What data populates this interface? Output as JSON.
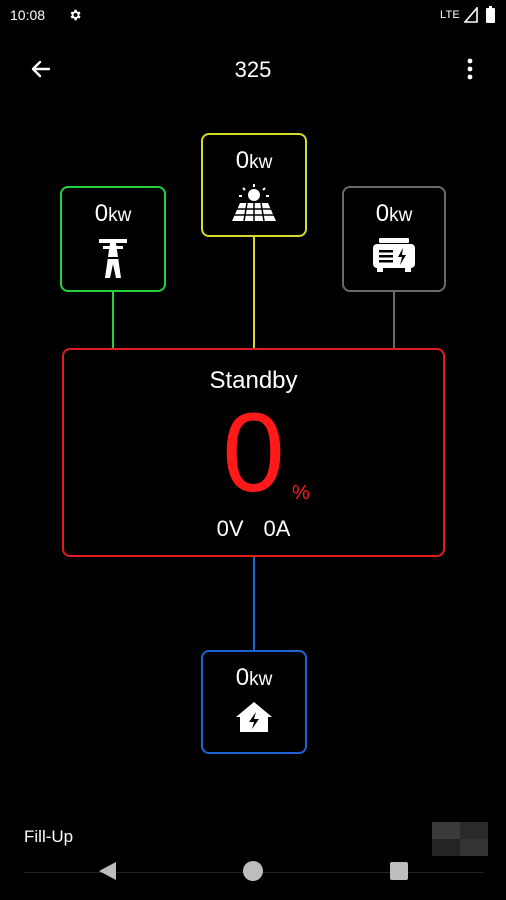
{
  "status_bar": {
    "time": "10:08",
    "network": "LTE",
    "icons": [
      "settings-gear-icon",
      "signal-icon",
      "battery-icon"
    ]
  },
  "app_bar": {
    "title": "325",
    "back_icon": "arrow-back-icon",
    "more_icon": "more-vertical-icon"
  },
  "nodes": {
    "grid": {
      "value": "0",
      "unit": "kw",
      "icon": "power-tower-icon",
      "color": "#23d13d"
    },
    "solar": {
      "value": "0",
      "unit": "kw",
      "icon": "solar-panel-icon",
      "color": "#d6d82a"
    },
    "generator": {
      "value": "0",
      "unit": "kw",
      "icon": "generator-icon",
      "color": "#6a6a6a"
    },
    "home": {
      "value": "0",
      "unit": "kw",
      "icon": "home-icon",
      "color": "#1e63d4"
    }
  },
  "inverter": {
    "state": "Standby",
    "percent": "0",
    "percent_sign": "%",
    "voltage": "0V",
    "current": "0A",
    "color": "#e21c1c"
  },
  "footer": {
    "mode": "Fill-Up"
  }
}
